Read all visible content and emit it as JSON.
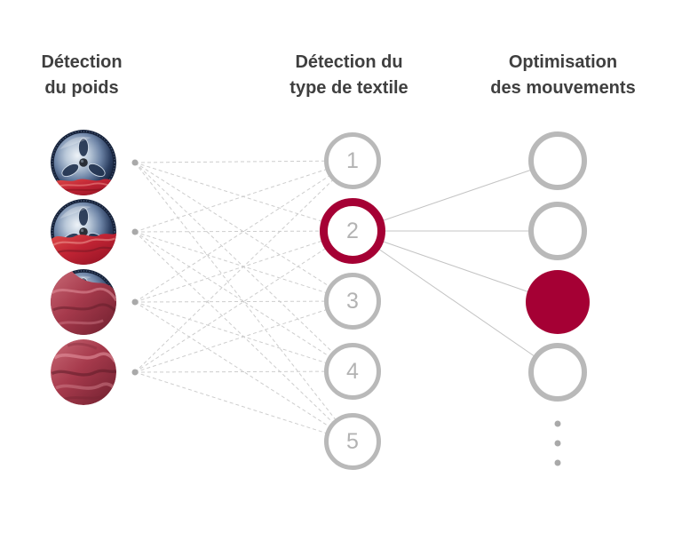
{
  "colors": {
    "accent": "#A50034",
    "node_gray": "#b9b9b9",
    "number_gray": "#b3b3b3",
    "dashed_line_gray": "#cdcdcd",
    "solid_line_gray": "#c4c4c4",
    "dot_gray": "#a9a9a9",
    "heading_text": "#3f3f3f",
    "background": "#ffffff"
  },
  "columns": [
    {
      "title_line1": "Détection",
      "title_line2": "du poids"
    },
    {
      "title_line1": "Détection du",
      "title_line2": "type de textile"
    },
    {
      "title_line1": "Optimisation",
      "title_line2": "des mouvements"
    }
  ],
  "input_nodes": [
    {
      "image": "drum-light-load"
    },
    {
      "image": "drum-partial-load"
    },
    {
      "image": "drum-heavy-load"
    },
    {
      "image": "drum-full-load"
    }
  ],
  "hidden_nodes": [
    {
      "label": "1",
      "state": "default"
    },
    {
      "label": "2",
      "state": "selected"
    },
    {
      "label": "3",
      "state": "default"
    },
    {
      "label": "4",
      "state": "default"
    },
    {
      "label": "5",
      "state": "default"
    }
  ],
  "output_nodes": [
    {
      "state": "default"
    },
    {
      "state": "default"
    },
    {
      "state": "selected-filled"
    },
    {
      "state": "default"
    }
  ],
  "more_indicator": {
    "dots": 3
  },
  "connections": {
    "input_to_hidden": "all-to-all",
    "hidden_to_output_from": "2",
    "hidden_to_output": "all"
  }
}
